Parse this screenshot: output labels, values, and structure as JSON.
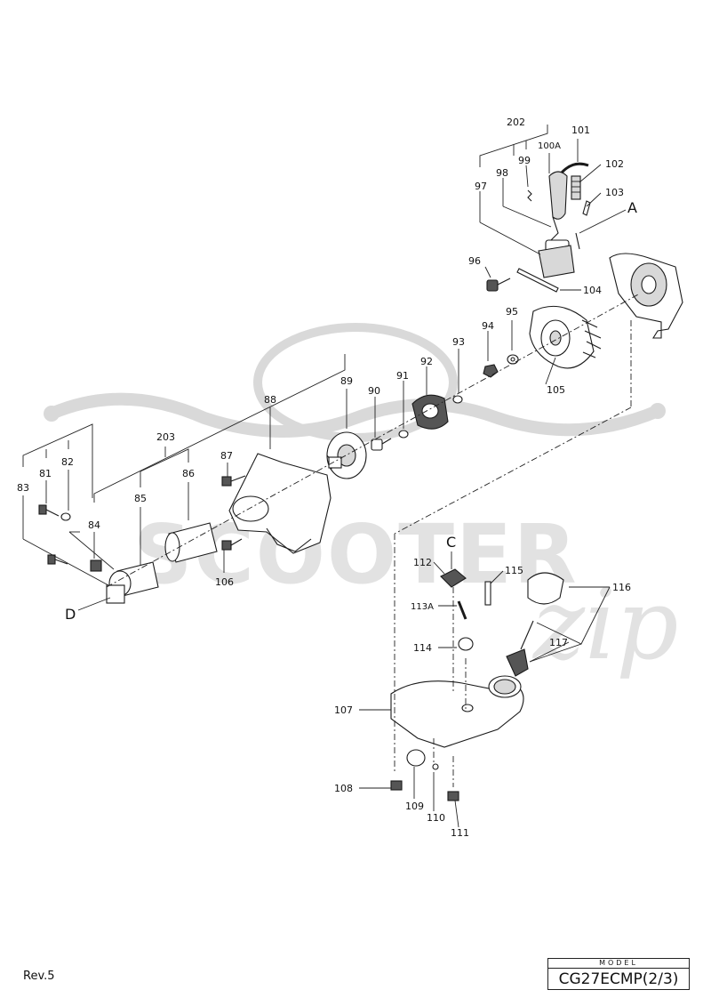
{
  "revision": "Rev.5",
  "model_caption": "MODEL",
  "model_name": "CG27ECMP(2/3)",
  "watermark": {
    "brand": "SCOOTER",
    "suffix": "zip"
  },
  "callouts": {
    "c202": "202",
    "c101": "101",
    "c100A": "100A",
    "c99": "99",
    "c102": "102",
    "c98": "98",
    "c97": "97",
    "c103": "103",
    "cA": "A",
    "c96": "96",
    "c104": "104",
    "c95": "95",
    "c94": "94",
    "c93": "93",
    "c92": "92",
    "c105": "105",
    "c89": "89",
    "c91": "91",
    "c90": "90",
    "c88": "88",
    "c203": "203",
    "c81": "81",
    "c82": "82",
    "c87": "87",
    "c86": "86",
    "c83": "83",
    "c85": "85",
    "c84": "84",
    "c106": "106",
    "cD": "D",
    "cC": "C",
    "c112": "112",
    "c115": "115",
    "c116": "116",
    "c113A": "113A",
    "c114": "114",
    "c117": "117",
    "c107": "107",
    "c108": "108",
    "c109": "109",
    "c110": "110",
    "c111": "111"
  }
}
